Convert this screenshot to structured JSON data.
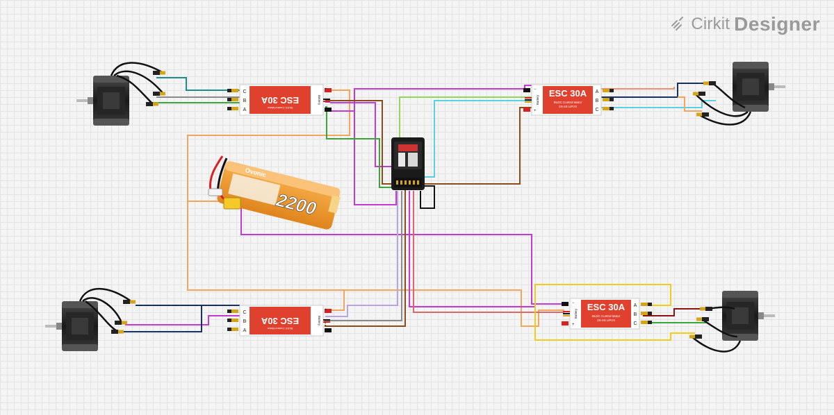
{
  "brand": {
    "name_part1": "Cirkit",
    "name_part2": "Designer"
  },
  "esc": {
    "title": "ESC 30A",
    "subtitle": "BLDC Control Motor",
    "subtitle2": "2S-4S LiPo's",
    "label_battery": "Battery",
    "pin_a": "A",
    "pin_b": "B",
    "pin_c": "C",
    "plus": "+",
    "minus": "−",
    "body_color": "#e0412f"
  },
  "battery": {
    "capacity_label": "2200",
    "brand_label": "Ovonic",
    "body_color": "#f39a2b"
  },
  "colors": {
    "orange": "#f2a55c",
    "purple": "#c23bd0",
    "teal": "#1e8c8c",
    "green": "#3aa63a",
    "lime": "#8fd65a",
    "cyan": "#5ad1e0",
    "brown": "#8a4a1a",
    "navy": "#15306b",
    "yellow": "#f2cc1d",
    "darkred": "#8a1313",
    "lavender": "#b8a5e8",
    "grey": "#8a8a8a",
    "black": "#111111",
    "red": "#d62222"
  }
}
